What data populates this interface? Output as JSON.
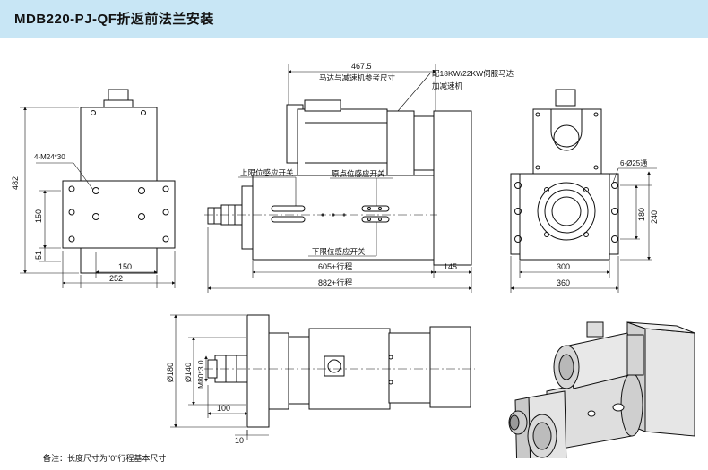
{
  "header": {
    "title": "MDB220-PJ-QF折返前法兰安装"
  },
  "side_view": {
    "thread_label": "4-M24*30",
    "dim_height": "482",
    "dim_150v": "150",
    "dim_51": "51",
    "dim_150h": "150",
    "dim_252": "252"
  },
  "front_view": {
    "dim_467": "467.5",
    "motor_ref_label": "马达与减速机参考尺寸",
    "motor_spec": "配18KW/22KW伺服马达",
    "reducer_label": "加减速机",
    "upper_limit_label": "上限位感应开关",
    "origin_label": "原点位感应开关",
    "lower_limit_label": "下限位感应开关",
    "dim_605": "605+行程",
    "dim_145": "145",
    "dim_882": "882+行程"
  },
  "end_view": {
    "holes_label": "6-Ø25通",
    "dim_180": "180",
    "dim_240": "240",
    "dim_300": "300",
    "dim_360": "360"
  },
  "bottom_view": {
    "dim_d180": "Ø180",
    "dim_d140": "Ø140",
    "dim_m80": "M80*3.0",
    "dim_100": "100",
    "dim_10": "10"
  },
  "footnote": "备注：长度尺寸为\"0\"行程基本尺寸"
}
